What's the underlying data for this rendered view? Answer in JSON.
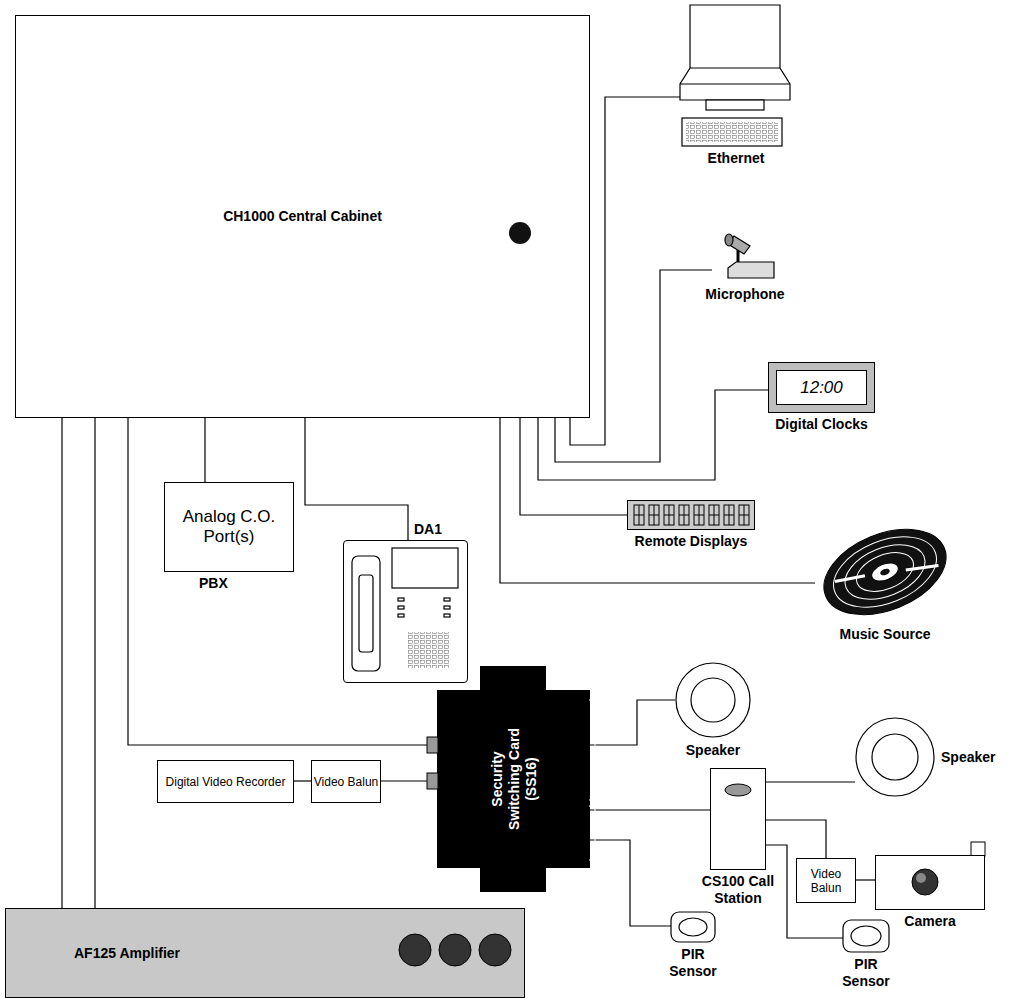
{
  "diagram": {
    "nodes": [
      {
        "text": [
          "CH1000 Central Cabinet"
        ]
      },
      {
        "text": [
          "Ethernet"
        ]
      },
      {
        "text": [
          "Microphone"
        ]
      },
      {
        "text": [
          "12:00",
          "Digital Clocks"
        ]
      },
      {
        "text": [
          "Analog C.O. Port(s)",
          "PBX"
        ]
      },
      {
        "text": [
          "DA1"
        ]
      },
      {
        "text": [
          "Remote Displays"
        ]
      },
      {
        "text": [
          "Music Source"
        ]
      },
      {
        "text": [
          "Speaker"
        ]
      },
      {
        "text": [
          "Speaker"
        ]
      },
      {
        "text": [
          "Security Switching Card (SS16)"
        ]
      },
      {
        "text": [
          "Digital Video Recorder"
        ]
      },
      {
        "text": [
          "Video Balun"
        ]
      },
      {
        "text": [
          "CS100 Call Station"
        ]
      },
      {
        "text": [
          "Video Balun"
        ]
      },
      {
        "text": [
          "Camera"
        ]
      },
      {
        "text": [
          "PIR Sensor"
        ]
      },
      {
        "text": [
          "PIR Sensor"
        ]
      },
      {
        "text": [
          "AF125 Amplifier"
        ]
      }
    ],
    "edges": [
      {
        "from": 0,
        "to": 1,
        "arrow": "none"
      },
      {
        "from": 0,
        "to": 2,
        "arrow": "none"
      },
      {
        "from": 0,
        "to": 3,
        "arrow": "none"
      },
      {
        "from": 0,
        "to": 4,
        "arrow": "none"
      },
      {
        "from": 0,
        "to": 5,
        "arrow": "none"
      },
      {
        "from": 0,
        "to": 6,
        "arrow": "none"
      },
      {
        "from": 0,
        "to": 7,
        "arrow": "none"
      },
      {
        "from": 0,
        "to": 10,
        "arrow": "none"
      },
      {
        "from": 0,
        "to": 18,
        "arrow": "none"
      },
      {
        "from": 0,
        "to": 18,
        "arrow": "none"
      },
      {
        "from": 10,
        "to": 8,
        "arrow": "none"
      },
      {
        "from": 10,
        "to": 13,
        "arrow": "none"
      },
      {
        "from": 10,
        "to": 16,
        "arrow": "none"
      },
      {
        "from": 11,
        "to": 12,
        "arrow": "none"
      },
      {
        "from": 12,
        "to": 10,
        "arrow": "none"
      },
      {
        "from": 13,
        "to": 9,
        "arrow": "none"
      },
      {
        "from": 13,
        "to": 14,
        "arrow": "none"
      },
      {
        "from": 14,
        "to": 15,
        "arrow": "none"
      },
      {
        "from": 13,
        "to": 17,
        "arrow": "none"
      }
    ]
  }
}
